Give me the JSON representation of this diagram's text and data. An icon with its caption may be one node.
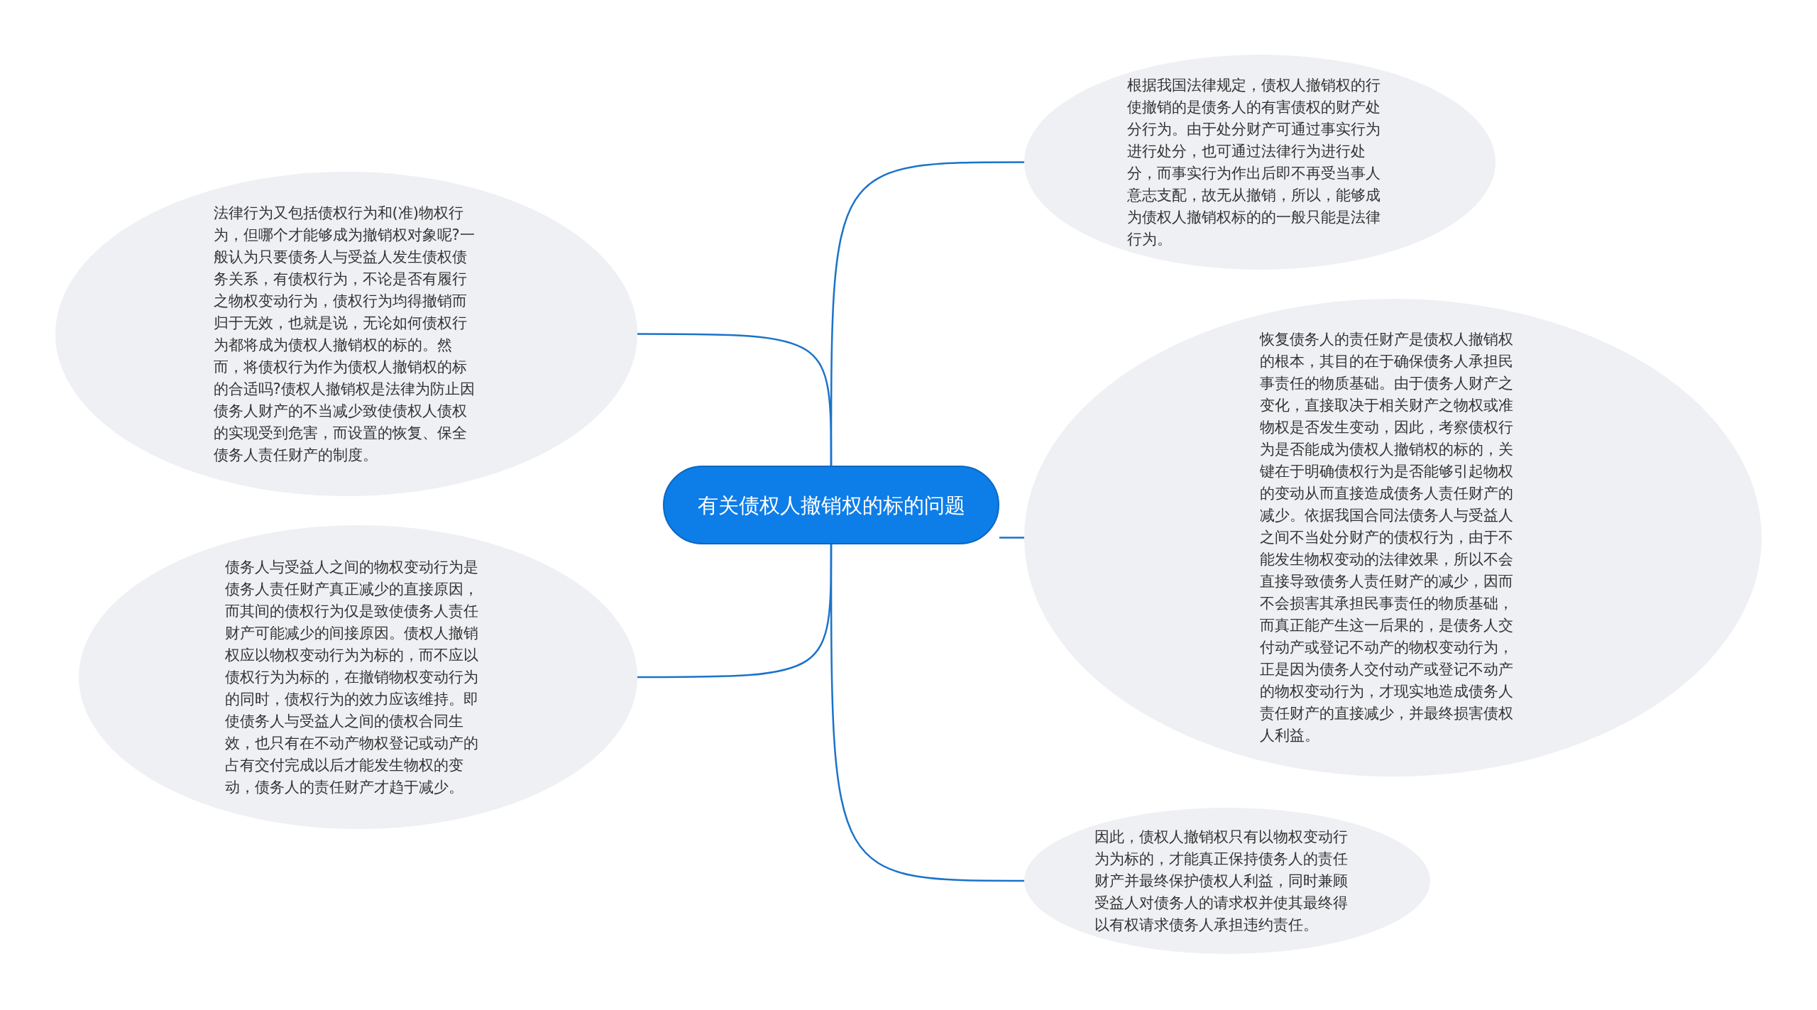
{
  "diagram": {
    "nodes": [
      {
        "text": [
          "有关债权人撤销权的标的问题"
        ]
      },
      {
        "text": [
          "法律行为又包括债权行为和(准)物权行为，但哪个才能够成为撤销权对象呢?一般认为只要债务人与受益人发生债权债务关系，有债权行为，不论是否有履行之物权变动行为，债权行为均得撤销而归于无效，也就是说，无论如何债权行为都将成为债权人撤销权的标的。然而，将债权行为作为债权人撤销权的标的合适吗?债权人撤销权是法律为防止因债务人财产的不当减少致使债权人债权的实现受到危害，而设置的恢复、保全债务人责任财产的制度。"
        ]
      },
      {
        "text": [
          "债务人与受益人之间的物权变动行为是债务人责任财产真正减少的直接原因，而其间的债权行为仅是致使债务人责任财产可能减少的间接原因。债权人撤销权应以物权变动行为为标的，而不应以债权行为为标的，在撤销物权变动行为的同时，债权行为的效力应该维持。即使债务人与受益人之间的债权合同生效，也只有在不动产物权登记或动产的占有交付完成以后才能发生物权的变动，债务人的责任财产才趋于减少。"
        ]
      },
      {
        "text": [
          "根据我国法律规定，债权人撤销权的行使撤销的是债务人的有害债权的财产处分行为。由于处分财产可通过事实行为进行处分，也可通过法律行为进行处分，而事实行为作出后即不再受当事人意志支配，故无从撤销，所以，能够成为债权人撤销权标的的一般只能是法律行为。"
        ]
      },
      {
        "text": [
          "恢复债务人的责任财产是债权人撤销权的根本，其目的在于确保债务人承担民事责任的物质基础。由于债务人财产之变化，直接取决于相关财产之物权或准物权是否发生变动，因此，考察债权行为是否能成为债权人撤销权的标的，关键在于明确债权行为是否能够引起物权的变动从而直接造成债务人责任财产的减少。依据我国合同法债务人与受益人之间不当处分财产的债权行为，由于不能发生物权变动的法律效果，所以不会直接导致债务人责任财产的减少，因而不会损害其承担民事责任的物质基础，而真正能产生这一后果的，是债务人交付动产或登记不动产的物权变动行为，正是因为债务人交付动产或登记不动产的物权变动行为，才现实地造成债务人责任财产的直接减少，并最终损害债权人利益。"
        ]
      },
      {
        "text": [
          "因此，债权人撤销权只有以物权变动行为为标的，才能真正保持债务人的责任财产并最终保护债权人利益，同时兼顾受益人对债务人的请求权并使其最终得以有权请求债务人承担违约责任。"
        ]
      }
    ],
    "edges": [
      {
        "from": 0,
        "to": 1,
        "arrow": "none"
      },
      {
        "from": 0,
        "to": 2,
        "arrow": "none"
      },
      {
        "from": 0,
        "to": 3,
        "arrow": "none"
      },
      {
        "from": 0,
        "to": 4,
        "arrow": "none"
      },
      {
        "from": 0,
        "to": 5,
        "arrow": "none"
      }
    ]
  }
}
